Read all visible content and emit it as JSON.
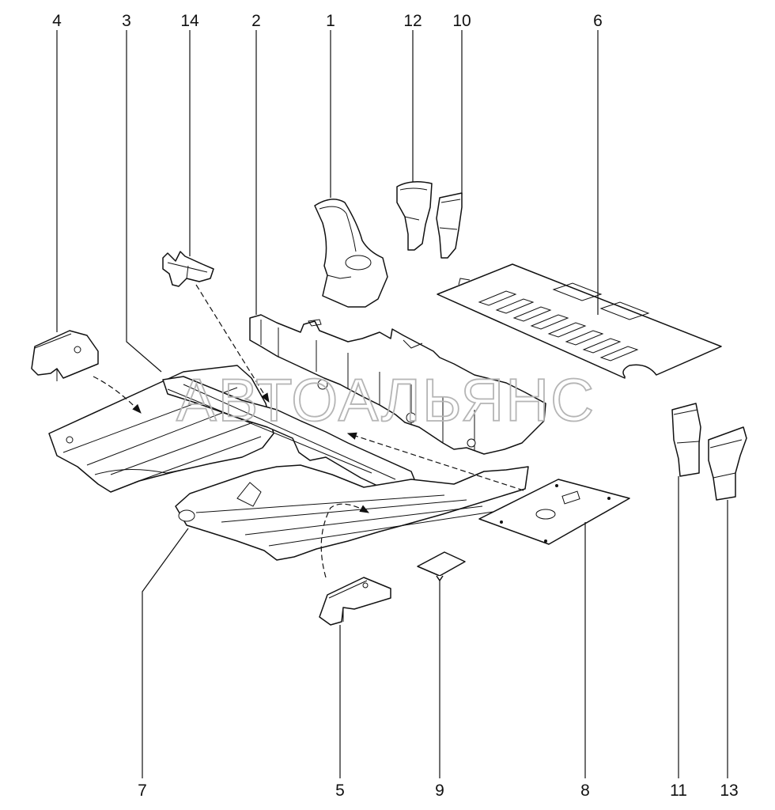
{
  "watermark": "АВТОАЛЬЯНС",
  "callouts": [
    {
      "id": "4",
      "label": "4"
    },
    {
      "id": "3",
      "label": "3"
    },
    {
      "id": "14",
      "label": "14"
    },
    {
      "id": "2",
      "label": "2"
    },
    {
      "id": "1",
      "label": "1"
    },
    {
      "id": "12",
      "label": "12"
    },
    {
      "id": "10",
      "label": "10"
    },
    {
      "id": "6",
      "label": "6"
    },
    {
      "id": "7",
      "label": "7"
    },
    {
      "id": "5",
      "label": "5"
    },
    {
      "id": "9",
      "label": "9"
    },
    {
      "id": "8",
      "label": "8"
    },
    {
      "id": "11",
      "label": "11"
    },
    {
      "id": "13",
      "label": "13"
    }
  ]
}
